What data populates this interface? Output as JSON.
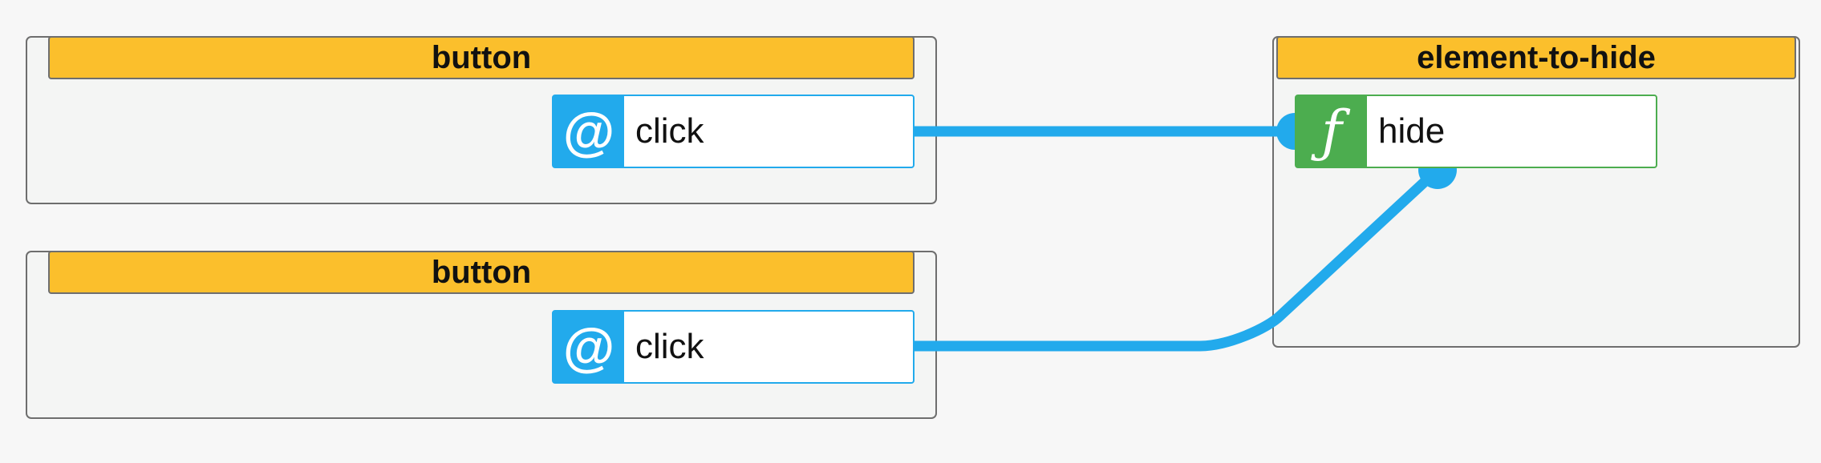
{
  "nodes": [
    {
      "title": "button",
      "port": {
        "type": "event",
        "icon": "at-icon",
        "glyph": "@",
        "label": "click"
      }
    },
    {
      "title": "button",
      "port": {
        "type": "event",
        "icon": "at-icon",
        "glyph": "@",
        "label": "click"
      }
    },
    {
      "title": "element-to-hide",
      "port": {
        "type": "method",
        "icon": "function-icon",
        "glyph": "ƒ",
        "label": "hide"
      }
    }
  ],
  "connections": [
    {
      "from": "button.click",
      "to": "element-to-hide.hide"
    },
    {
      "from": "button.click",
      "to": "element-to-hide.hide"
    }
  ],
  "colors": {
    "header": "#fbbf2c",
    "event": "#22aaec",
    "method": "#4cad4f",
    "wire": "#22aaec"
  }
}
